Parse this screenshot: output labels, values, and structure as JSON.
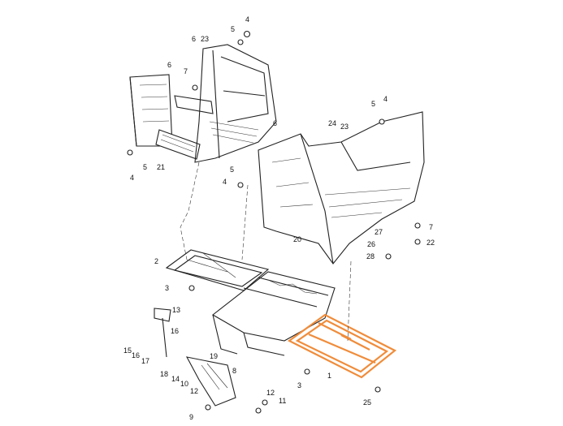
{
  "diagram": {
    "highlight_color": "#f08c3a",
    "callouts": [
      {
        "id": "c4a",
        "text": "4"
      },
      {
        "id": "c5a",
        "text": "5"
      },
      {
        "id": "c6a",
        "text": "6"
      },
      {
        "id": "c23a",
        "text": "23"
      },
      {
        "id": "c6b",
        "text": "6"
      },
      {
        "id": "c7a",
        "text": "7"
      },
      {
        "id": "c4b",
        "text": "4"
      },
      {
        "id": "c5b",
        "text": "5"
      },
      {
        "id": "c21",
        "text": "21"
      },
      {
        "id": "c6c",
        "text": "6"
      },
      {
        "id": "c5c",
        "text": "5"
      },
      {
        "id": "c4c",
        "text": "4"
      },
      {
        "id": "c5d",
        "text": "5"
      },
      {
        "id": "c4d",
        "text": "4"
      },
      {
        "id": "c24",
        "text": "24"
      },
      {
        "id": "c23b",
        "text": "23"
      },
      {
        "id": "c7b",
        "text": "7"
      },
      {
        "id": "c27",
        "text": "27"
      },
      {
        "id": "c26",
        "text": "26"
      },
      {
        "id": "c22",
        "text": "22"
      },
      {
        "id": "c20",
        "text": "20"
      },
      {
        "id": "c28",
        "text": "28"
      },
      {
        "id": "c2",
        "text": "2"
      },
      {
        "id": "c3a",
        "text": "3"
      },
      {
        "id": "c13",
        "text": "13"
      },
      {
        "id": "c16",
        "text": "16"
      },
      {
        "id": "c15",
        "text": "15"
      },
      {
        "id": "c16b",
        "text": "16"
      },
      {
        "id": "c17",
        "text": "17"
      },
      {
        "id": "c18",
        "text": "18"
      },
      {
        "id": "c14",
        "text": "14"
      },
      {
        "id": "c19",
        "text": "19"
      },
      {
        "id": "c10",
        "text": "10"
      },
      {
        "id": "c8",
        "text": "8"
      },
      {
        "id": "c12a",
        "text": "12"
      },
      {
        "id": "c9",
        "text": "9"
      },
      {
        "id": "c12b",
        "text": "12"
      },
      {
        "id": "c11",
        "text": "11"
      },
      {
        "id": "c1",
        "text": "1"
      },
      {
        "id": "c3b",
        "text": "3"
      },
      {
        "id": "c25",
        "text": "25"
      }
    ]
  }
}
